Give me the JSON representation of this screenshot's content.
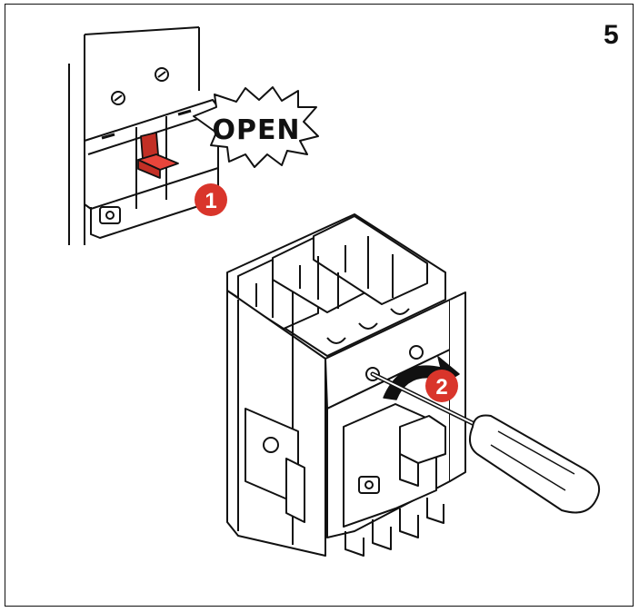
{
  "step_number": "5",
  "callout": {
    "text": "OPEN"
  },
  "steps": [
    {
      "label": "1"
    },
    {
      "label": "2"
    }
  ],
  "colors": {
    "lever_red": "#e8453b",
    "lever_red_dark": "#c22f25",
    "badge_red": "#d9352b",
    "line": "#111111"
  },
  "icons": {
    "rotate": "curved-arrow-icon",
    "tool": "screwdriver-icon"
  }
}
